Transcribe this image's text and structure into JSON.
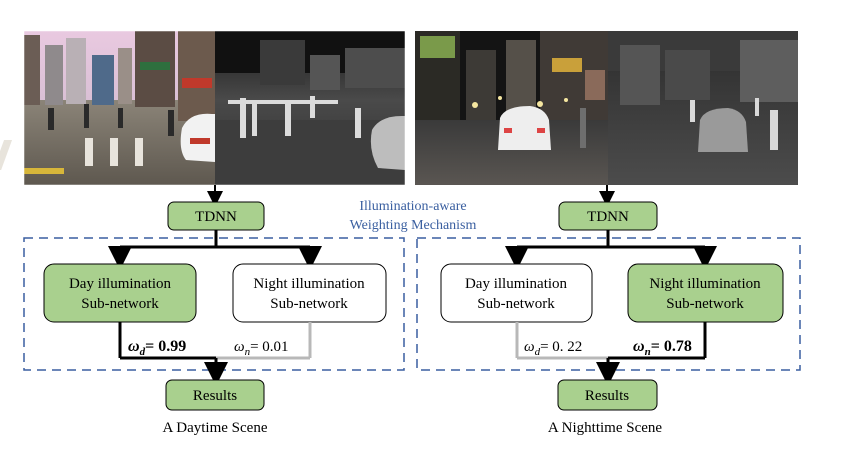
{
  "center_label": {
    "line1": "Illumination-aware",
    "line2": "Weighting Mechanism",
    "color": "#3a5fa0"
  },
  "colors": {
    "green_fill": "#a9d08e",
    "dashed_border": "#3a5fa0",
    "active_line": "#000000",
    "inactive_line": "#b8b8b8"
  },
  "daytime": {
    "tdnn_label": "TDNN",
    "day_box": {
      "line1": "Day illumination",
      "line2": "Sub-network",
      "active": true
    },
    "night_box": {
      "line1": "Night illumination",
      "line2": "Sub-network",
      "active": false
    },
    "weight_day": {
      "symbol": "ω",
      "sub": "d",
      "value": "= 0.99"
    },
    "weight_night": {
      "symbol": "ω",
      "sub": "n",
      "value": "= 0.01"
    },
    "results_label": "Results",
    "caption": "A Daytime Scene"
  },
  "nighttime": {
    "tdnn_label": "TDNN",
    "day_box": {
      "line1": "Day illumination",
      "line2": "Sub-network",
      "active": false
    },
    "night_box": {
      "line1": "Night illumination",
      "line2": "Sub-network",
      "active": true
    },
    "weight_day": {
      "symbol": "ω",
      "sub": "d",
      "value": "= 0. 22"
    },
    "weight_night": {
      "symbol": "ω",
      "sub": "n",
      "value": "= 0.78"
    },
    "results_label": "Results",
    "caption": "A Nighttime Scene"
  }
}
